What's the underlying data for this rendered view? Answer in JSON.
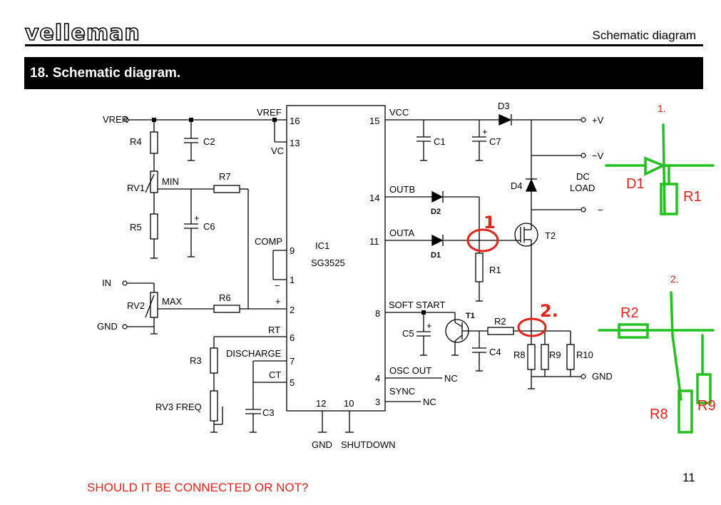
{
  "header": {
    "brand": "velleman",
    "doc_label": "Schematic diagram"
  },
  "section": {
    "title": "18.  Schematic diagram."
  },
  "schematic": {
    "ic": {
      "ref": "IC1",
      "part": "SG3525"
    },
    "pins": {
      "p16": "16",
      "p13": "13",
      "p9": "9",
      "p1": "1",
      "p2": "2",
      "p6": "6",
      "p7": "7",
      "p5": "5",
      "p12": "12",
      "p10": "10",
      "p15": "15",
      "p14": "14",
      "p11": "11",
      "p8": "8",
      "p4": "4",
      "p3": "3"
    },
    "pin_names": {
      "vref": "VREF",
      "vc": "VC",
      "comp": "COMP",
      "minus": "−",
      "plus": "+",
      "rt": "RT",
      "discharge": "DISCHARGE",
      "ct": "CT",
      "gnd": "GND",
      "shutdown": "SHUTDOWN",
      "vcc": "VCC",
      "outb": "OUTB",
      "outa": "OUTA",
      "soft_start": "SOFT  START",
      "osc_out": "OSC  OUT",
      "sync": "SYNC"
    },
    "terminals": {
      "vrer": "VRER",
      "in": "IN",
      "gnd": "GND",
      "plus_v": "+V",
      "minus_v": "−V",
      "dc": "DC",
      "load": "LOAD",
      "minus": "−",
      "gnd_out": "GND",
      "nc1": "NC",
      "nc2": "NC"
    },
    "components": {
      "R4": "R4",
      "C2": "C2",
      "RV1": "RV1",
      "MIN": "MIN",
      "R7": "R7",
      "R5": "R5",
      "C6": "C6",
      "RV2": "RV2",
      "MAX": "MAX",
      "R6": "R6",
      "R3": "R3",
      "RV3": "RV3  FREQ",
      "C3": "C3",
      "C1": "C1",
      "C7": "C7",
      "D3": "D3",
      "D4": "D4",
      "D2": "D2",
      "D1": "D1",
      "R1": "R1",
      "T2": "T2",
      "T1": "T1",
      "C5": "C5",
      "R2": "R2",
      "C4": "C4",
      "R8": "R8",
      "R9": "R9",
      "R10": "R10",
      "plus_sign": "+"
    },
    "annotations": {
      "mark1": "1",
      "mark2": "2.",
      "sketch1_num": "1.",
      "sketch1_d": "D1",
      "sketch1_r": "R1",
      "sketch2_num": "2.",
      "sketch2_r2": "R2",
      "sketch2_r8": "R8",
      "sketch2_r9": "R9"
    },
    "colors": {
      "annotation_red": "#e2231a",
      "sketch_green": "#22c11f"
    }
  },
  "footer": {
    "page_number": "11",
    "question": "SHOULD IT BE CONNECTED OR NOT?"
  }
}
